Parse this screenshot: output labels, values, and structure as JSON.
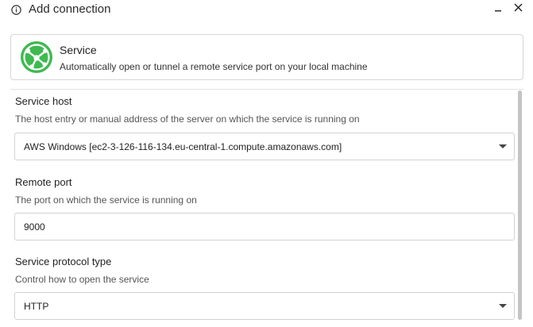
{
  "window": {
    "title": "Add connection",
    "icons": {
      "info": "info-icon",
      "minimize": "minimize-icon",
      "close": "close-icon"
    }
  },
  "service_card": {
    "icon": "service-network-icon",
    "name": "Service",
    "description": "Automatically open or tunnel a remote service port on your local machine",
    "accent_color": "#3fb950"
  },
  "form": {
    "service_host": {
      "label": "Service host",
      "help": "The host entry or manual address of the server on which the service is running on",
      "value": "AWS Windows [ec2-3-126-116-134.eu-central-1.compute.amazonaws.com]"
    },
    "remote_port": {
      "label": "Remote port",
      "help": "The port on which the service is running on",
      "value": "9000"
    },
    "protocol_type": {
      "label": "Service protocol type",
      "help": "Control how to open the service",
      "value": "HTTP"
    }
  }
}
